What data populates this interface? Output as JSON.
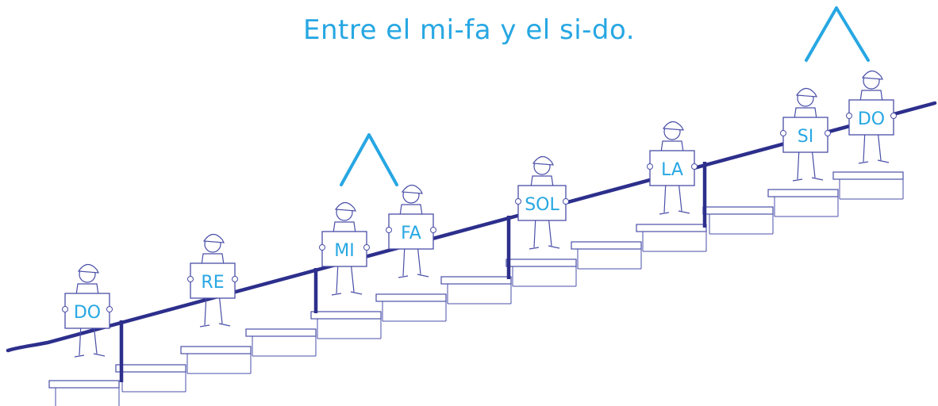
{
  "title": "Entre el mi-fa y el si-do.",
  "colors": {
    "accent": "#27a7e3",
    "rail": "#2d2f8c",
    "outline": "#4a4fa8"
  },
  "notes": [
    {
      "label": "DO"
    },
    {
      "label": "RE"
    },
    {
      "label": "MI"
    },
    {
      "label": "FA"
    },
    {
      "label": "SOL"
    },
    {
      "label": "LA"
    },
    {
      "label": "SI"
    },
    {
      "label": "DO"
    }
  ],
  "half_step_marks": [
    {
      "between": [
        "MI",
        "FA"
      ]
    },
    {
      "between": [
        "SI",
        "DO"
      ]
    }
  ]
}
